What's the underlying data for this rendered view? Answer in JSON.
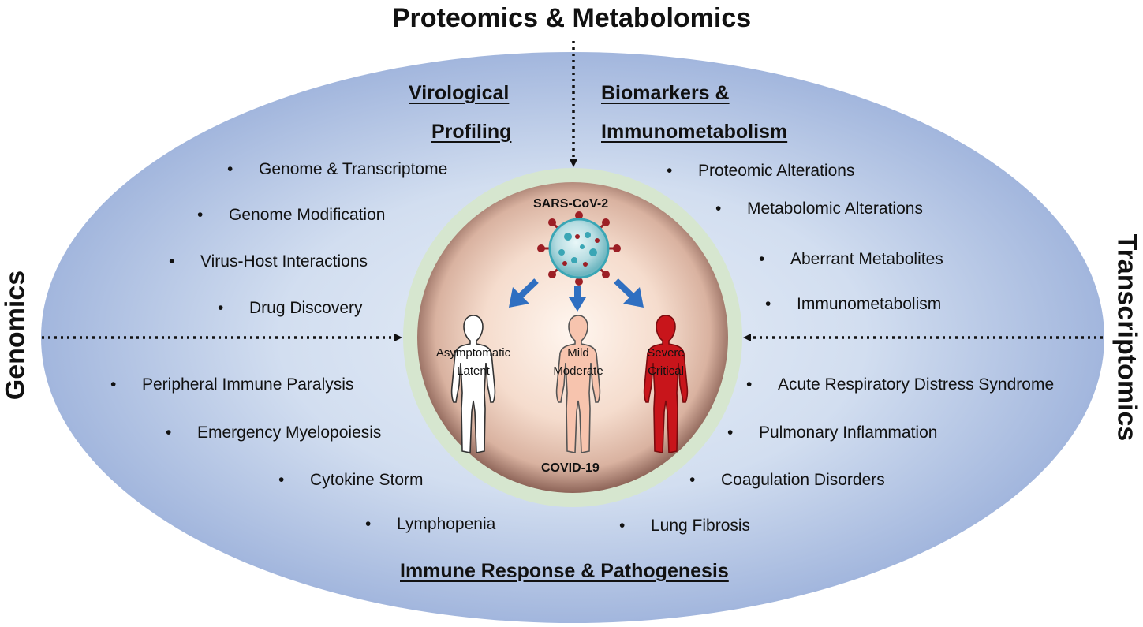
{
  "titles": {
    "top": "Proteomics & Metabolomics",
    "left": "Genomics",
    "right": "Transcriptomics"
  },
  "quadrants": {
    "virological": {
      "heading_line1": "Virological",
      "heading_line2": "Profiling",
      "items": [
        "Genome & Transcriptome",
        "Genome Modification",
        "Virus-Host Interactions",
        "Drug Discovery"
      ]
    },
    "biomarkers": {
      "heading_line1": "Biomarkers &",
      "heading_line2": "Immunometabolism",
      "items": [
        "Proteomic Alterations",
        "Metabolomic Alterations",
        "Aberrant Metabolites",
        "Immunometabolism"
      ]
    },
    "immune_left": {
      "items": [
        "Peripheral Immune Paralysis",
        "Emergency Myelopoiesis",
        "Cytokine Storm",
        "Lymphopenia"
      ]
    },
    "immune_right": {
      "items": [
        "Acute Respiratory Distress Syndrome",
        "Pulmonary Inflammation",
        "Coagulation Disorders",
        "Lung Fibrosis"
      ]
    },
    "bottom_heading": "Immune Response & Pathogenesis"
  },
  "center": {
    "virus_label": "SARS-CoV-2",
    "disease_label": "COVID-19",
    "figures": [
      {
        "line1": "Asymptomatic",
        "line2": "Latent",
        "color": "#ffffff"
      },
      {
        "line1": "Mild",
        "line2": "Moderate",
        "color": "#f7c4ae"
      },
      {
        "line1": "Severe",
        "line2": "Critical",
        "color": "#c8151b"
      }
    ]
  },
  "colors": {
    "ellipse_center": "#e3ebf6",
    "ellipse_edge": "#9fb3dc",
    "ring": "#d6e6cf",
    "arrow": "#2f6fc1",
    "virus_teal": "#3aa6b5",
    "virus_red": "#9c1f25"
  }
}
